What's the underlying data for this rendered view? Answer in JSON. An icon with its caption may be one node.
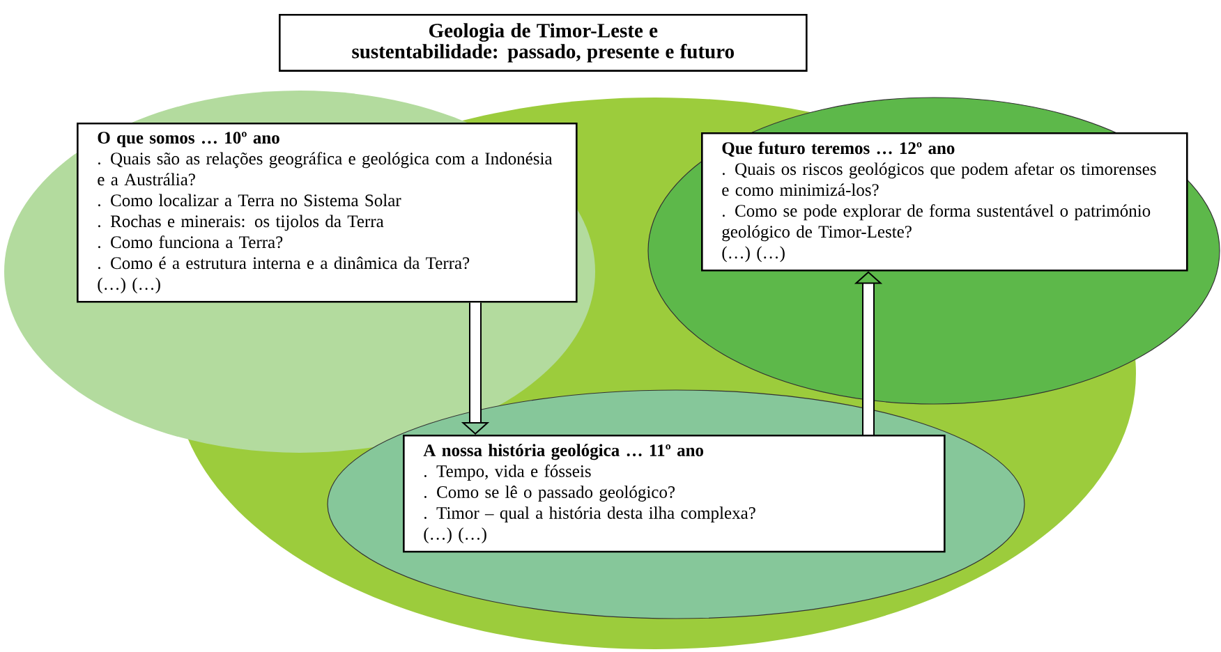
{
  "diagram": {
    "nodes": [
      {
        "text": [
          "Geologia de Timor-Leste e sustentabilidade: passado, presente e futuro"
        ]
      },
      {
        "text": [
          "O que somos … 10º ano",
          ". Quais são as relações geográfica e geológica com a Indonésia e a Austrália?",
          ". Como localizar a Terra no Sistema Solar",
          ". Rochas e minerais: os tijolos da Terra",
          ". Como funciona a Terra?",
          ". Como é a estrutura interna e a dinâmica da Terra?",
          "(…) (…)"
        ]
      },
      {
        "text": [
          "Que futuro teremos … 12º ano",
          ". Quais os riscos geológicos que podem afetar os timorenses e como minimizá-los?",
          ". Como se pode explorar de forma sustentável o património geológico de Timor-Leste?",
          "(…) (…)"
        ]
      },
      {
        "text": [
          "A nossa história geológica … 11º ano",
          ". Tempo, vida e fósseis",
          ". Como se lê o passado geológico?",
          ". Timor – qual a história desta ilha complexa?",
          "(…) (…)"
        ]
      }
    ],
    "edges": [
      {
        "from": 1,
        "to": 3,
        "arrow": "to"
      },
      {
        "from": 3,
        "to": 2,
        "arrow": "to"
      }
    ]
  }
}
